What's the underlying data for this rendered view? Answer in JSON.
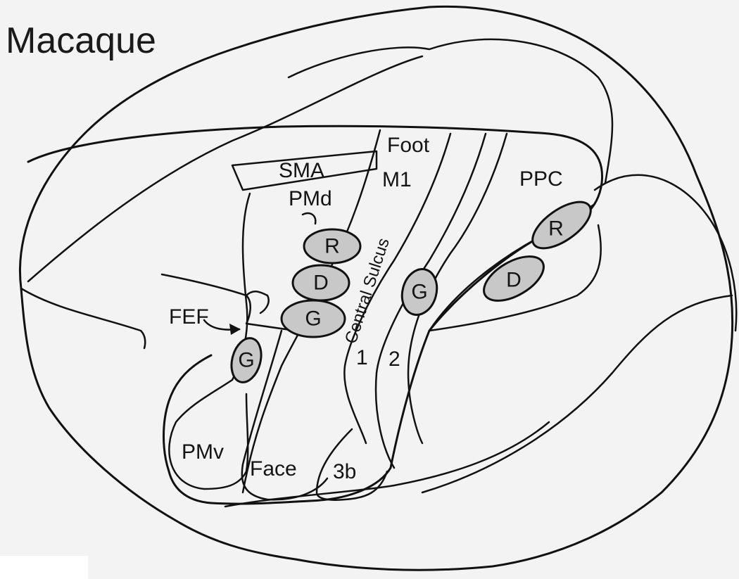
{
  "title": "Macaque",
  "labels": {
    "sma": "SMA",
    "foot": "Foot",
    "m1": "M1",
    "pmd": "PMd",
    "ppc": "PPC",
    "fef": "FEF",
    "pmv": "PMv",
    "face": "Face",
    "area_3b": "3b",
    "area_1": "1",
    "area_2": "2",
    "central_sulcus": "Central Sulcus"
  },
  "blobs": {
    "premotor_reach": "R",
    "premotor_d": "D",
    "premotor_grasp": "G",
    "pmv_grasp": "G",
    "somatosensory_grasp": "G",
    "ppc_reach": "R",
    "ppc_d": "D"
  },
  "colors": {
    "blob_fill": "#c8c8c8",
    "line": "#111111",
    "background": "#f3f3f3"
  }
}
